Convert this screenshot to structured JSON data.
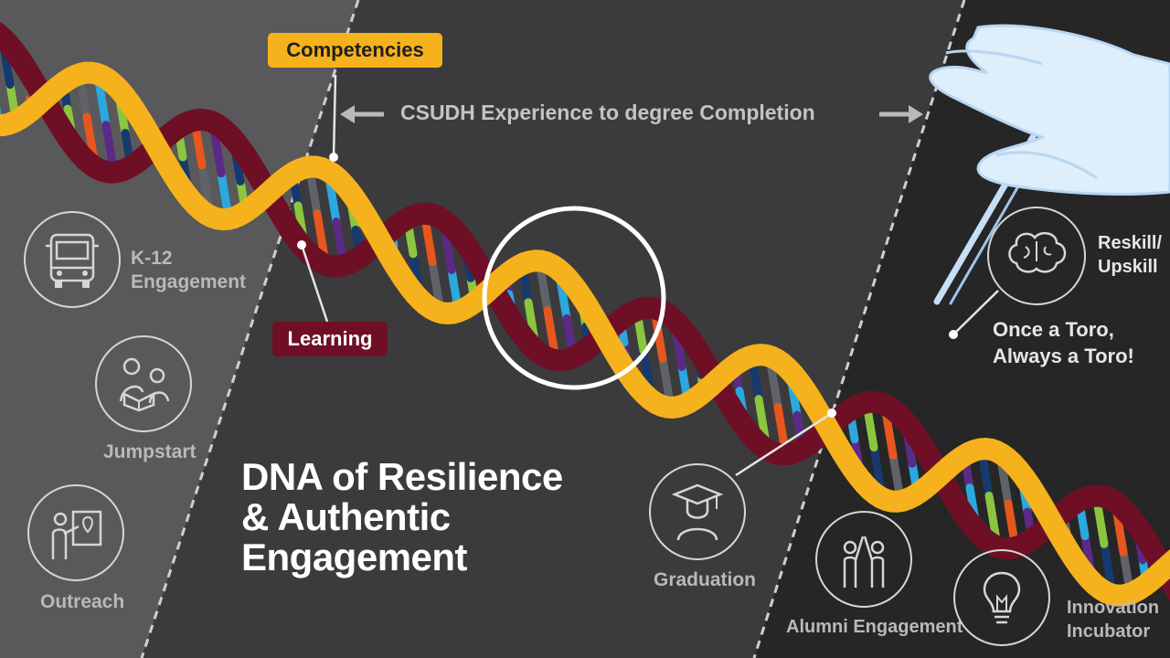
{
  "title": {
    "line1": "DNA of Resilience",
    "line2": "& Authentic",
    "line3": "Engagement"
  },
  "arrow_text": "CSUDH Experience to degree Completion",
  "tags": {
    "competencies": "Competencies",
    "learning": "Learning"
  },
  "stages": {
    "k12_line1": "K-12",
    "k12_line2": "Engagement",
    "jumpstart": "Jumpstart",
    "outreach": "Outreach",
    "graduation": "Graduation",
    "reskill_line1": "Reskill/",
    "reskill_line2": "Upskill",
    "alumni": "Alumni Engagement",
    "innovation_line1": "Innovation",
    "innovation_line2": "Incubator"
  },
  "motto": {
    "line1": "Once a Toro,",
    "line2": "Always a Toro!"
  },
  "icons": {
    "k12": "school-bus-icon",
    "jumpstart": "reading-family-icon",
    "outreach": "presenter-map-icon",
    "graduation": "graduate-icon",
    "reskill": "brain-icon",
    "alumni": "high-five-icon",
    "innovation": "lightbulb-icon"
  },
  "colors": {
    "gold": "#f5b21c",
    "maroon": "#6e0f26",
    "panel_left": "#59595b",
    "panel_mid": "#3b3b3d",
    "panel_right": "#262627",
    "base_cyan": "#2aa8e0",
    "base_green": "#8cc63e",
    "base_orange": "#e8561f",
    "base_purple": "#5b2a86",
    "base_navy": "#163a6e",
    "base_grey": "#5f6368"
  }
}
